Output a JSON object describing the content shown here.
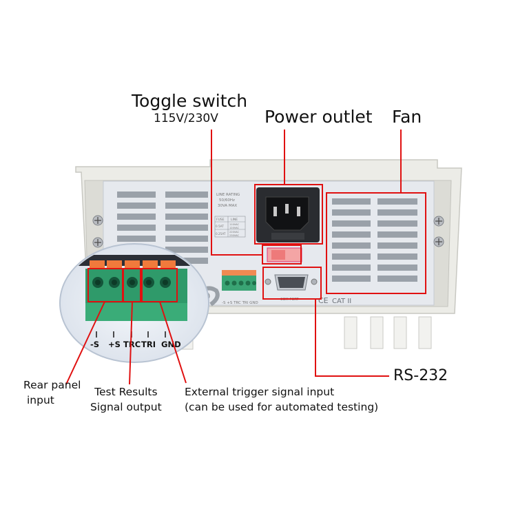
{
  "callouts": {
    "toggle_switch": "Toggle switch",
    "voltage": "115V/230V",
    "power_outlet": "Power outlet",
    "fan": "Fan",
    "rs232": "RS-232",
    "rear_panel_line1": "Rear panel",
    "rear_panel_line2": "input",
    "test_results_line1": "Test Results",
    "test_results_line2": "Signal output",
    "ext_trigger_line1": "External trigger signal input",
    "ext_trigger_line2": "(can be used for automated testing)"
  },
  "terminal_labels": [
    "-S",
    "+S",
    "TRC",
    "TRI",
    "GND"
  ],
  "panel_text": {
    "line_rating": "LINE RATING",
    "hz": "50/60Hz",
    "va": "30VA MAX",
    "fuse": "FUSE",
    "line": "LINE",
    "fuse_1": "0.5AT",
    "fuse_2": "0.25AT",
    "line_1a": "110VAC",
    "line_1b": "120VAC",
    "line_2a": "220VAC",
    "line_2b": "230VAC",
    "com_port": "COM PORT",
    "ce": "CE",
    "cat": "CAT II",
    "small_terminals": "-S +S TRC TRI GND"
  },
  "colors": {
    "highlight": "#e01010",
    "terminal_green": "#2f9a6a",
    "terminal_orange": "#f07a3c",
    "panel_metal": "#e6e9ee",
    "chassis": "#ebebe6"
  }
}
